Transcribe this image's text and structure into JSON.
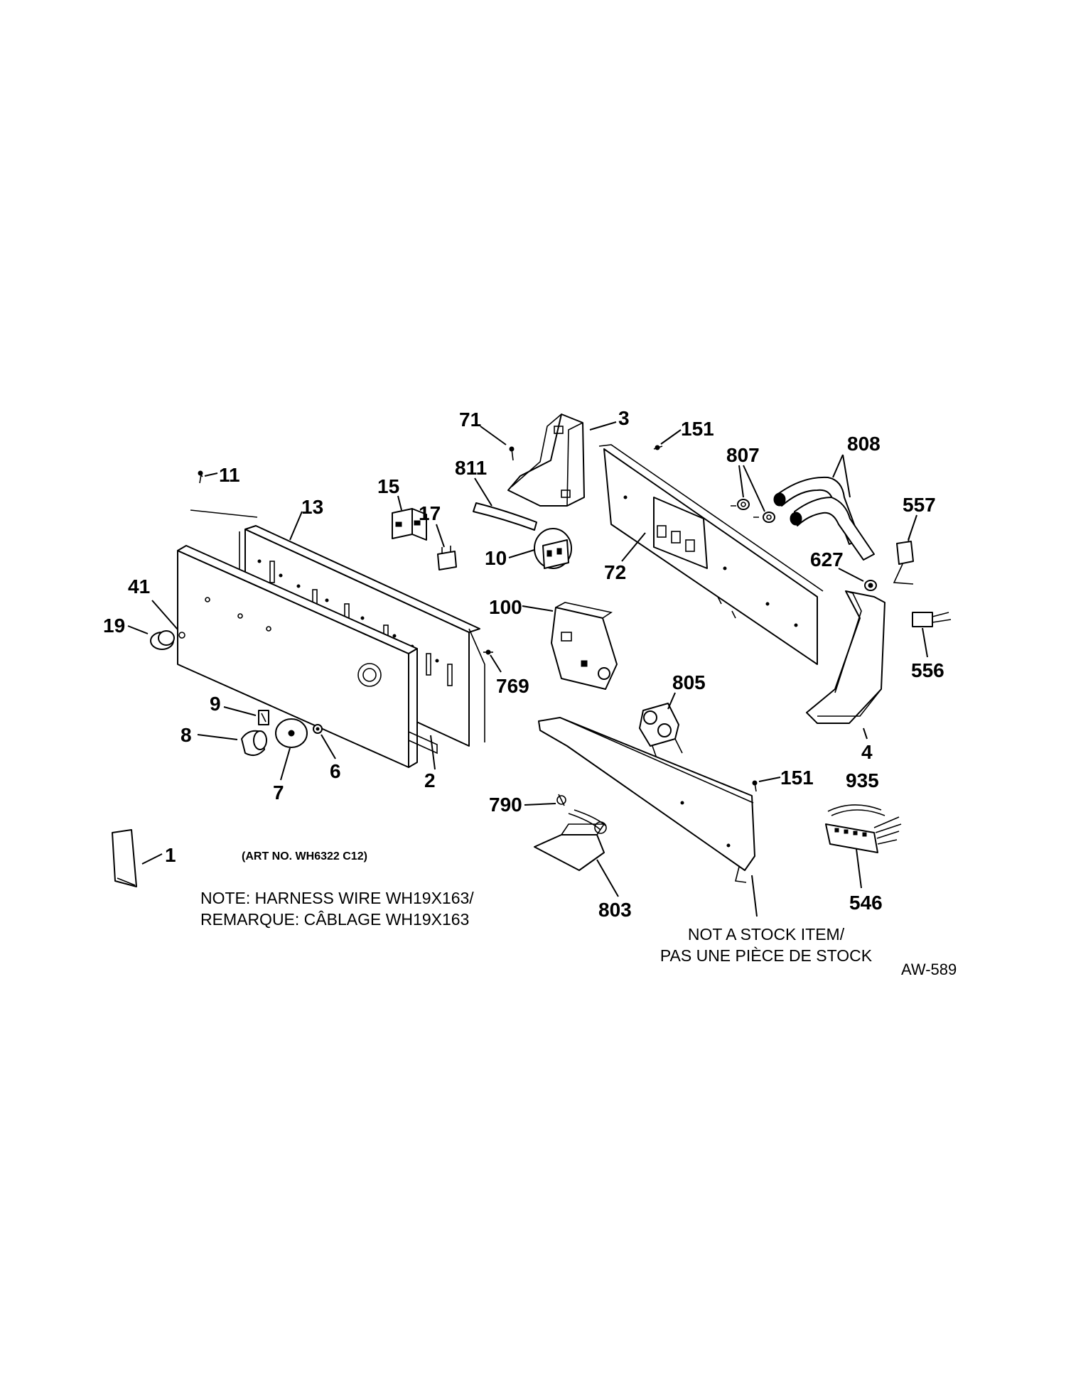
{
  "callouts": {
    "c1": "1",
    "c2": "2",
    "c3": "3",
    "c4": "4",
    "c6": "6",
    "c7": "7",
    "c8": "8",
    "c9": "9",
    "c10": "10",
    "c11": "11",
    "c13": "13",
    "c15": "15",
    "c17": "17",
    "c19": "19",
    "c41": "41",
    "c71": "71",
    "c72": "72",
    "c100": "100",
    "c151a": "151",
    "c151b": "151",
    "c546": "546",
    "c556": "556",
    "c557": "557",
    "c627": "627",
    "c769": "769",
    "c790": "790",
    "c803": "803",
    "c805": "805",
    "c807": "807",
    "c808": "808",
    "c811": "811",
    "c935": "935"
  },
  "art_number": "(ART NO. WH6322 C12)",
  "note": {
    "line1": "NOTE: HARNESS WIRE WH19X163/",
    "line2": "REMARQUE: CÂBLAGE WH19X163"
  },
  "stock_note": {
    "line1": "NOT A STOCK ITEM/",
    "line2": "PAS UNE PIÈCE DE STOCK"
  },
  "diagram_code": "AW-589"
}
